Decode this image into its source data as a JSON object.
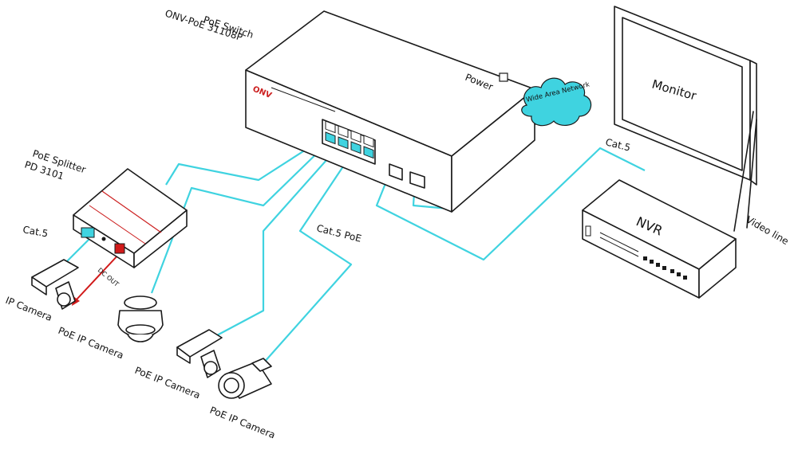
{
  "labels": {
    "switch_name": "PoE Switch",
    "switch_model": "ONV-PoE 31108P",
    "power": "Power",
    "wan": "Wide Area Network",
    "monitor": "Monitor",
    "nvr": "NVR",
    "video_line": "Video line",
    "cat5_right": "Cat.5",
    "cat5_poe": "Cat.5  PoE",
    "splitter_name": "PoE Splitter",
    "splitter_model": "PD 3101",
    "cat5_left": "Cat.5",
    "dc_out": "DC OUT",
    "ip_camera": "IP Camera",
    "poe_cam_1": "PoE IP Camera",
    "poe_cam_2": "PoE IP Camera",
    "poe_cam_3": "PoE IP Camera",
    "brand": "ONV"
  },
  "colors": {
    "cable": "#3fd3e0",
    "dc_cable": "#d11a1a",
    "brand_red": "#cc1f1f",
    "outline": "#1a1a1a"
  },
  "icons": [
    "poe-switch",
    "cloud",
    "monitor",
    "nvr",
    "poe-splitter",
    "ip-camera",
    "dome-camera",
    "bullet-camera",
    "power-plug"
  ]
}
